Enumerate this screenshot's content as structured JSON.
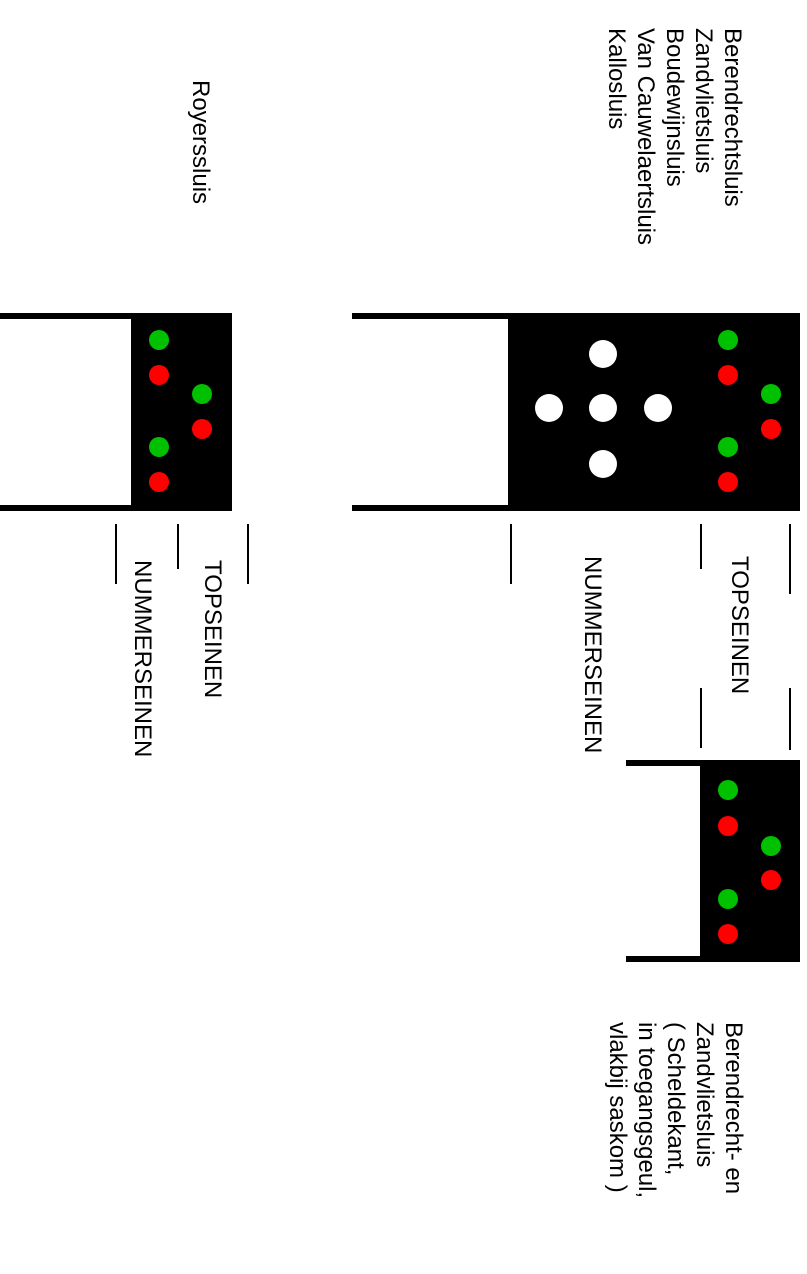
{
  "labels": {
    "group_top_right": [
      "Berendrechtsluis",
      "Zandvlietsluis",
      "Boudewijnsluis",
      "Van Cauwelaertsluis",
      "Kallosluis"
    ],
    "royerssluis": "Royerssluis",
    "topseinen": "TOPSEINEN",
    "nummerseinen": "NUMMERSEINEN",
    "group_bottom_right": [
      "Berendrecht- en",
      "Zandvlietsluis",
      "( Scheldekant,",
      "in toegangsgeul,",
      "vlakbij saskom )"
    ]
  },
  "colors": {
    "green": "#00c000",
    "red": "#ff0000",
    "white": "#ffffff",
    "panel": "#000000"
  }
}
